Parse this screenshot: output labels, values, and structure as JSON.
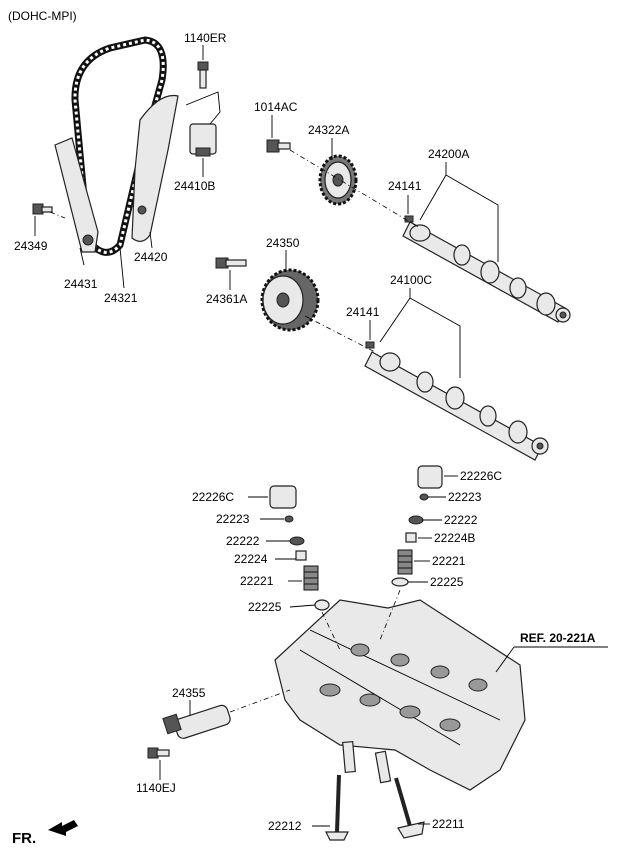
{
  "header": {
    "engine_type": "(DOHC-MPI)"
  },
  "reference": {
    "label": "REF. 20-221A"
  },
  "direction": {
    "label": "FR."
  },
  "parts": {
    "p1140ER": "1140ER",
    "p24410B": "24410B",
    "p1014AC": "1014AC",
    "p24322A": "24322A",
    "p24200A": "24200A",
    "p24141_upper": "24141",
    "p24349": "24349",
    "p24431": "24431",
    "p24321": "24321",
    "p24420": "24420",
    "p24350": "24350",
    "p24100C": "24100C",
    "p24361A": "24361A",
    "p24141_lower": "24141",
    "p22226C_right": "22226C",
    "p22223_right": "22223",
    "p22222_right": "22222",
    "p22224B": "22224B",
    "p22221_right": "22221",
    "p22225_right": "22225",
    "p22226C_left": "22226C",
    "p22223_left": "22223",
    "p22222_left": "22222",
    "p22224": "22224",
    "p22221_left": "22221",
    "p22225_left": "22225",
    "p24355": "24355",
    "p1140EJ": "1140EJ",
    "p22212": "22212",
    "p22211": "22211"
  },
  "icons": {
    "chain": "timing-chain-icon",
    "guide": "chain-guide-icon",
    "tensioner": "chain-tensioner-icon",
    "sprocket": "cam-sprocket-icon",
    "camshaft": "camshaft-icon",
    "cylinder_head": "cylinder-head-icon",
    "valve": "valve-icon",
    "arrow": "front-arrow-icon"
  }
}
